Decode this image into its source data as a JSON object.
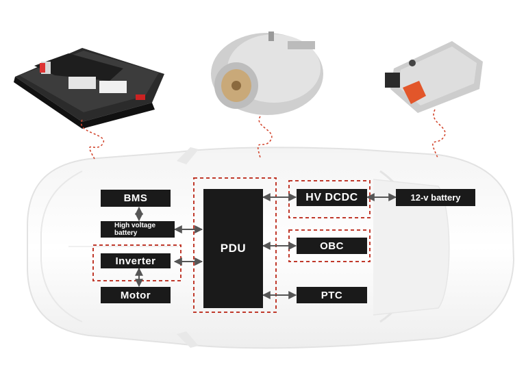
{
  "blocks": {
    "bms": "BMS",
    "hv_battery": "High voltage battery",
    "inverter": "Inverter",
    "motor": "Motor",
    "pdu": "PDU",
    "hv_dcdc": "HV DCDC",
    "obc": "OBC",
    "ptc": "PTC",
    "lv_battery": "12-v battery"
  },
  "colors": {
    "block": "#1a1a1a",
    "dashed": "#c0392b",
    "arrow": "#555555"
  }
}
